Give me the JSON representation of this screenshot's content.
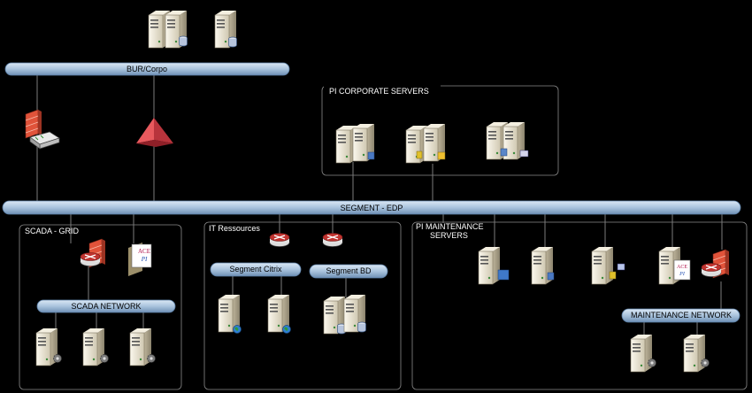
{
  "buses": {
    "bur_corpo": "BUR/Corpo",
    "segment_edp": "SEGMENT - EDP",
    "scada_network": "SCADA NETWORK",
    "segment_citrix": "Segment Citrix",
    "segment_bd": "Segment BD",
    "maintenance_network": "MAINTENANCE NETWORK"
  },
  "groups": {
    "pi_corporate_servers": "PI CORPORATE SERVERS",
    "scada_grid": "SCADA - GRID",
    "it_ressources": "IT Ressources",
    "pi_maintenance_servers_line1": "PI MAINTENANCE",
    "pi_maintenance_servers_line2": "SERVERS"
  },
  "icon_text": {
    "ace": "ACE",
    "pi": "PI"
  },
  "colors": {
    "bus_fill": "#a9c3dd",
    "bus_stroke": "#5b7fa6",
    "server_body": "#ece6d4",
    "firewall": "#e0533a",
    "pyramid": "#d9414a",
    "router": "#c0332f",
    "box_stroke": "#8a8a8a"
  },
  "icons": [
    "server-icon",
    "database-icon",
    "firewall-icon",
    "switch-icon",
    "pyramid-icon",
    "router-icon",
    "gear-icon",
    "globe-icon",
    "ace-pi-document-icon"
  ]
}
